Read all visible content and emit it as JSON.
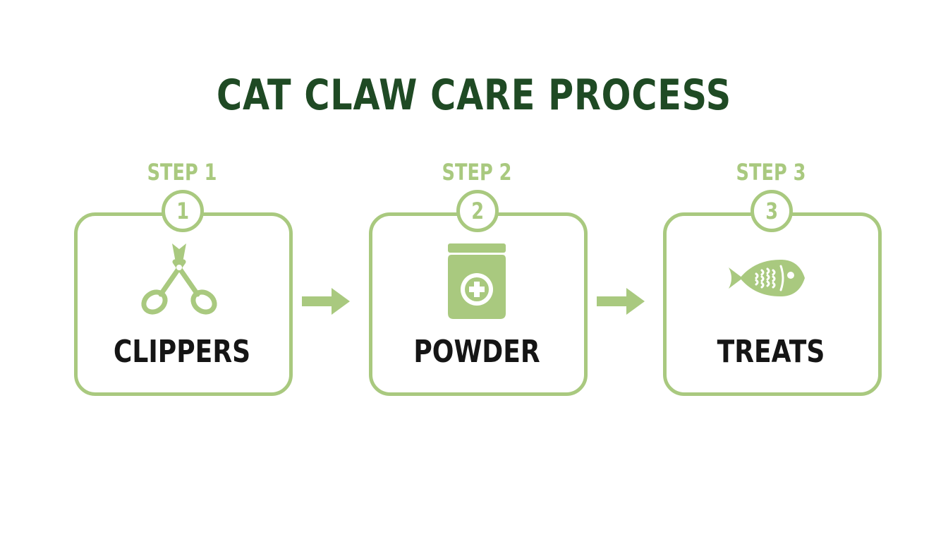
{
  "title": "CAT CLAW CARE PROCESS",
  "colors": {
    "title": "#1f4a24",
    "accent": "#a9c97f",
    "label": "#151515",
    "background": "#ffffff"
  },
  "steps": [
    {
      "step_label": "STEP 1",
      "number": "1",
      "label": "CLIPPERS",
      "icon": "scissors-icon"
    },
    {
      "step_label": "STEP 2",
      "number": "2",
      "label": "POWDER",
      "icon": "medicine-jar-icon"
    },
    {
      "step_label": "STEP 3",
      "number": "3",
      "label": "TREATS",
      "icon": "fish-icon"
    }
  ],
  "connectors": [
    "arrow-right-icon",
    "arrow-right-icon"
  ]
}
